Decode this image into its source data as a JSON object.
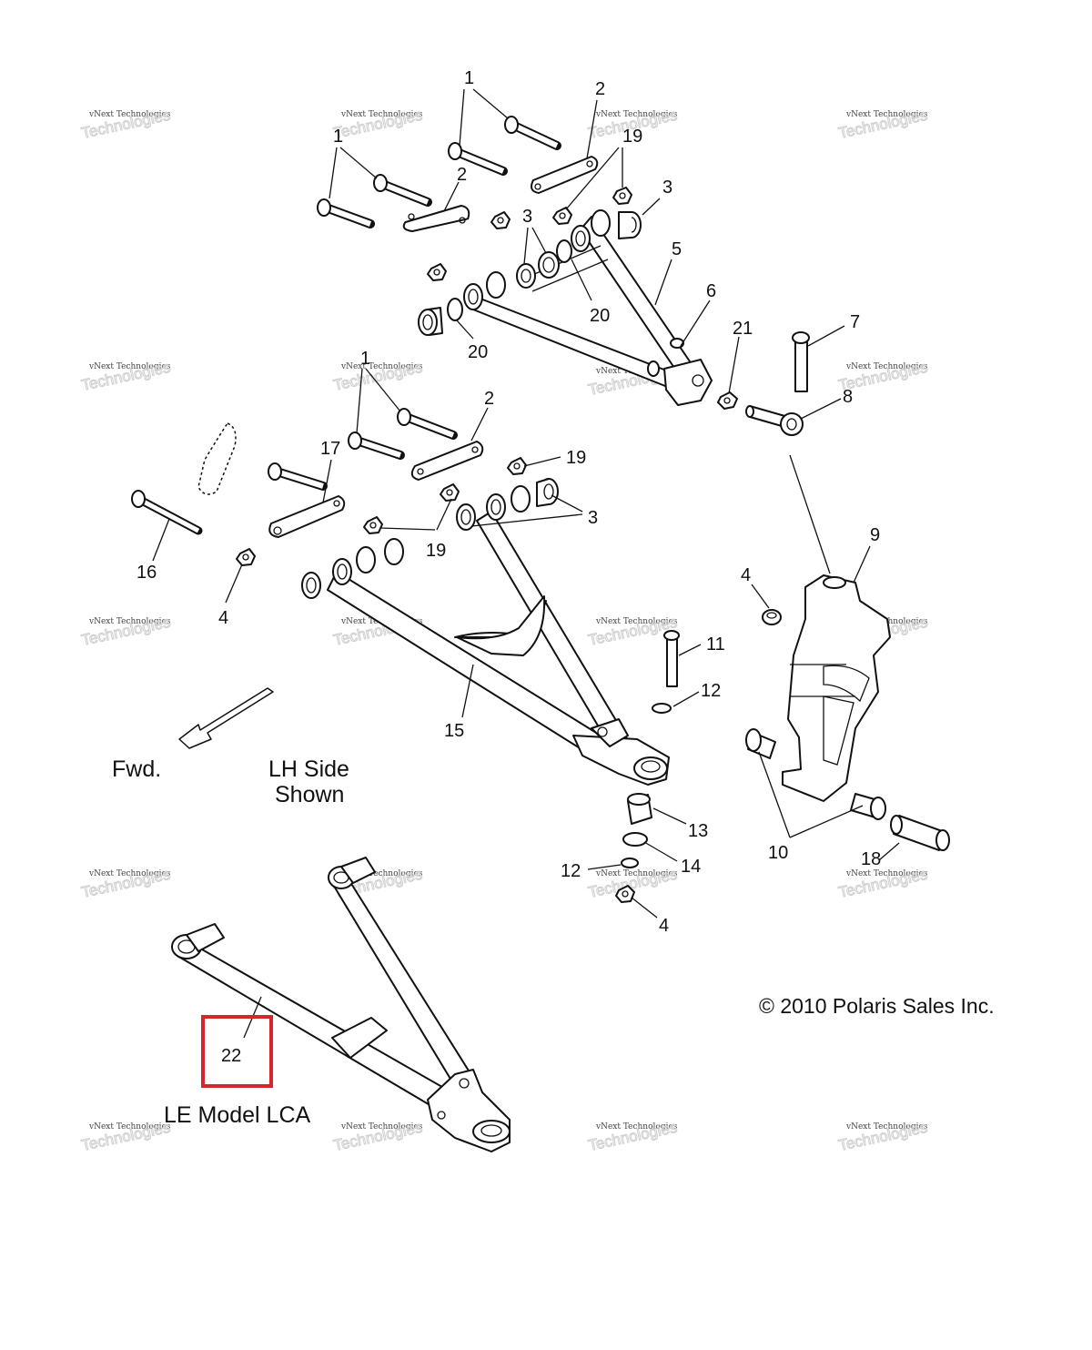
{
  "diagram": {
    "callouts": [
      {
        "id": "c1a",
        "text": "1"
      },
      {
        "id": "c1b",
        "text": "1"
      },
      {
        "id": "c1c",
        "text": "1"
      },
      {
        "id": "c2a",
        "text": "2"
      },
      {
        "id": "c2b",
        "text": "2"
      },
      {
        "id": "c2c",
        "text": "2"
      },
      {
        "id": "c3a",
        "text": "3"
      },
      {
        "id": "c3b",
        "text": "3"
      },
      {
        "id": "c3c",
        "text": "3"
      },
      {
        "id": "c4a",
        "text": "4"
      },
      {
        "id": "c4b",
        "text": "4"
      },
      {
        "id": "c4c",
        "text": "4"
      },
      {
        "id": "c5",
        "text": "5"
      },
      {
        "id": "c6",
        "text": "6"
      },
      {
        "id": "c7",
        "text": "7"
      },
      {
        "id": "c8",
        "text": "8"
      },
      {
        "id": "c9",
        "text": "9"
      },
      {
        "id": "c10",
        "text": "10"
      },
      {
        "id": "c11",
        "text": "11"
      },
      {
        "id": "c12a",
        "text": "12"
      },
      {
        "id": "c12b",
        "text": "12"
      },
      {
        "id": "c13",
        "text": "13"
      },
      {
        "id": "c14",
        "text": "14"
      },
      {
        "id": "c15",
        "text": "15"
      },
      {
        "id": "c16",
        "text": "16"
      },
      {
        "id": "c17",
        "text": "17"
      },
      {
        "id": "c18",
        "text": "18"
      },
      {
        "id": "c19a",
        "text": "19"
      },
      {
        "id": "c19b",
        "text": "19"
      },
      {
        "id": "c19c",
        "text": "19"
      },
      {
        "id": "c20a",
        "text": "20"
      },
      {
        "id": "c20b",
        "text": "20"
      },
      {
        "id": "c21",
        "text": "21"
      },
      {
        "id": "c22",
        "text": "22"
      }
    ],
    "labels": {
      "fwd": "Fwd.",
      "lh_side_line1": "LH Side",
      "lh_side_line2": "Shown",
      "le_model": "LE Model LCA",
      "copyright": "© 2010 Polaris Sales Inc."
    },
    "watermark": {
      "line1": "vNext Technologies",
      "line2": "Technologies",
      "overlay": "vNext"
    },
    "highlight_color": "#d6262c"
  }
}
